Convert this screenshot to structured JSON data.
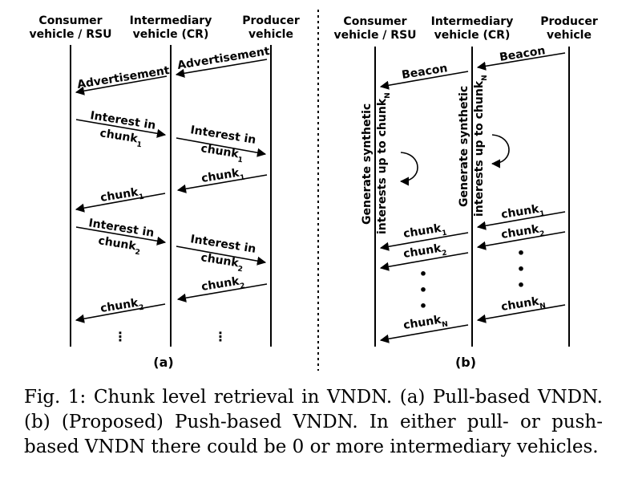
{
  "panel_a": {
    "headers": [
      "Consumer",
      "vehicle / RSU",
      "Intermediary",
      "vehicle (CR)",
      "Producer",
      "vehicle"
    ],
    "label": "(a)",
    "messages": {
      "adv": "Advertisement",
      "interest": "Interest in",
      "chunk": "chunk",
      "sub1": "1",
      "sub2": "2"
    },
    "dots": "⋮"
  },
  "panel_b": {
    "headers": [
      "Consumer",
      "vehicle / RSU",
      "Intermediary",
      "vehicle (CR)",
      "Producer",
      "vehicle"
    ],
    "label": "(b)",
    "messages": {
      "beacon": "Beacon",
      "chunk": "chunk",
      "sub1": "1",
      "sub2": "2",
      "subN": "N",
      "gen_line1": "Generate synthetic",
      "gen_line2": "interests up to chunk",
      "gen_sub": "N"
    },
    "dot": "•"
  },
  "caption": "Fig. 1: Chunk level retrieval in VNDN. (a) Pull-based VNDN. (b) (Proposed) Push-based VNDN. In either pull- or push-based VNDN there could be 0 or more intermediary vehicles."
}
